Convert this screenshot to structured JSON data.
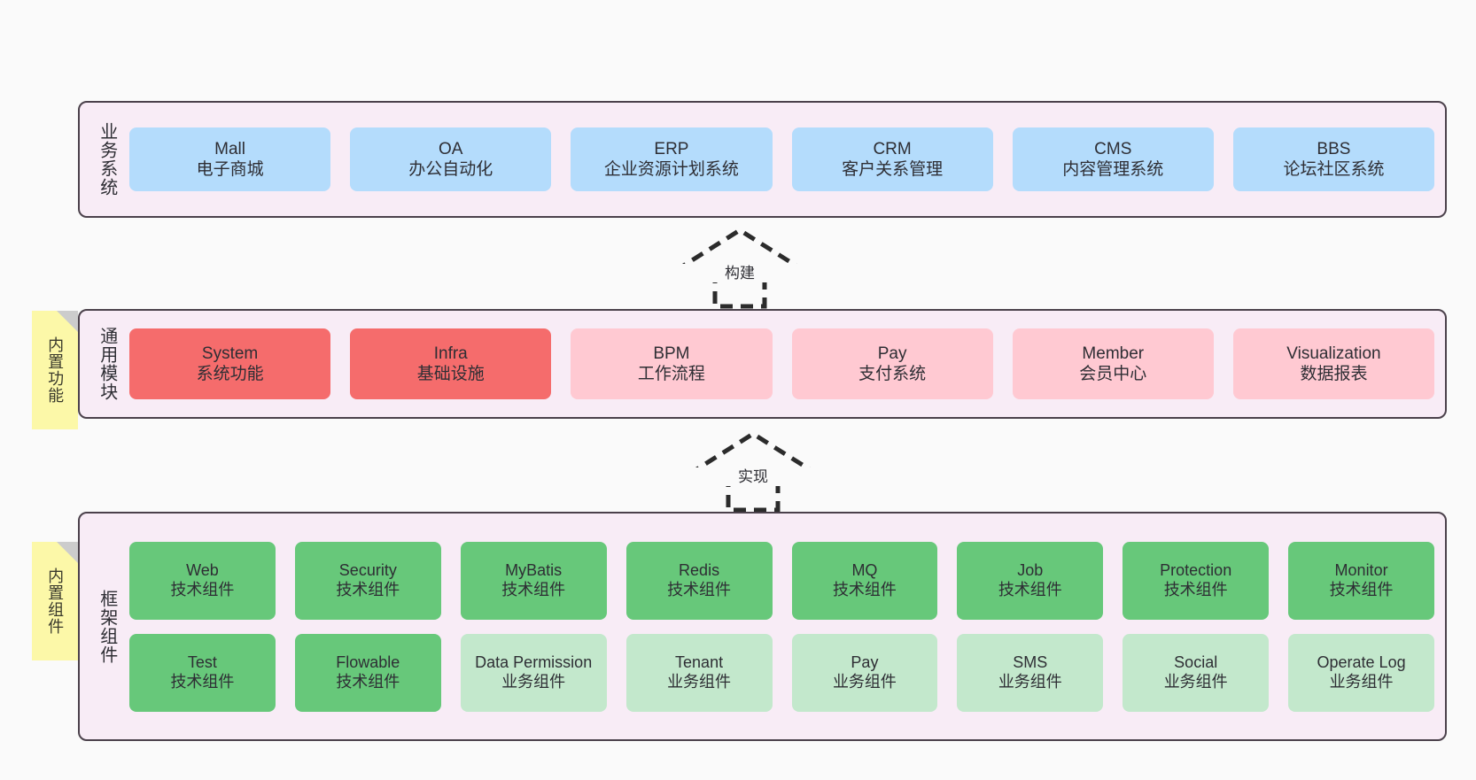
{
  "diagram": {
    "background_color": "#fafafa",
    "panel_background": "#f8ecf6",
    "panel_border_color": "#4b414b",
    "note_color": "#fcf8a8",
    "colors": {
      "blue": "#b4dcfc",
      "red": "#f56c6c",
      "pink": "#ffc9d2",
      "green": "#67c87a",
      "light_green": "#c3e8cc"
    }
  },
  "layers": {
    "business": {
      "title": "业务系统",
      "rows": [
        [
          {
            "en": "Mall",
            "cn": "电子商城",
            "color": "blue"
          },
          {
            "en": "OA",
            "cn": "办公自动化",
            "color": "blue"
          },
          {
            "en": "ERP",
            "cn": "企业资源计划系统",
            "color": "blue"
          },
          {
            "en": "CRM",
            "cn": "客户关系管理",
            "color": "blue"
          },
          {
            "en": "CMS",
            "cn": "内容管理系统",
            "color": "blue"
          },
          {
            "en": "BBS",
            "cn": "论坛社区系统",
            "color": "blue"
          }
        ]
      ]
    },
    "common": {
      "title": "通用模块",
      "note": "内置功能",
      "rows": [
        [
          {
            "en": "System",
            "cn": "系统功能",
            "color": "red"
          },
          {
            "en": "Infra",
            "cn": "基础设施",
            "color": "red"
          },
          {
            "en": "BPM",
            "cn": "工作流程",
            "color": "pink"
          },
          {
            "en": "Pay",
            "cn": "支付系统",
            "color": "pink"
          },
          {
            "en": "Member",
            "cn": "会员中心",
            "color": "pink"
          },
          {
            "en": "Visualization",
            "cn": "数据报表",
            "color": "pink"
          }
        ]
      ]
    },
    "framework": {
      "title": "框架组件",
      "note": "内置组件",
      "rows": [
        [
          {
            "en": "Web",
            "cn": "技术组件",
            "color": "green"
          },
          {
            "en": "Security",
            "cn": "技术组件",
            "color": "green"
          },
          {
            "en": "MyBatis",
            "cn": "技术组件",
            "color": "green"
          },
          {
            "en": "Redis",
            "cn": "技术组件",
            "color": "green"
          },
          {
            "en": "MQ",
            "cn": "技术组件",
            "color": "green"
          },
          {
            "en": "Job",
            "cn": "技术组件",
            "color": "green"
          },
          {
            "en": "Protection",
            "cn": "技术组件",
            "color": "green"
          },
          {
            "en": "Monitor",
            "cn": "技术组件",
            "color": "green"
          }
        ],
        [
          {
            "en": "Test",
            "cn": "技术组件",
            "color": "green"
          },
          {
            "en": "Flowable",
            "cn": "技术组件",
            "color": "green"
          },
          {
            "en": "Data Permission",
            "cn": "业务组件",
            "color": "light_green"
          },
          {
            "en": "Tenant",
            "cn": "业务组件",
            "color": "light_green"
          },
          {
            "en": "Pay",
            "cn": "业务组件",
            "color": "light_green"
          },
          {
            "en": "SMS",
            "cn": "业务组件",
            "color": "light_green"
          },
          {
            "en": "Social",
            "cn": "业务组件",
            "color": "light_green"
          },
          {
            "en": "Operate Log",
            "cn": "业务组件",
            "color": "light_green"
          }
        ]
      ]
    }
  },
  "connectors": [
    {
      "name": "build",
      "label": "构建",
      "style": "dashed-generalization-up"
    },
    {
      "name": "implement",
      "label": "实现",
      "style": "dashed-generalization-up"
    }
  ]
}
